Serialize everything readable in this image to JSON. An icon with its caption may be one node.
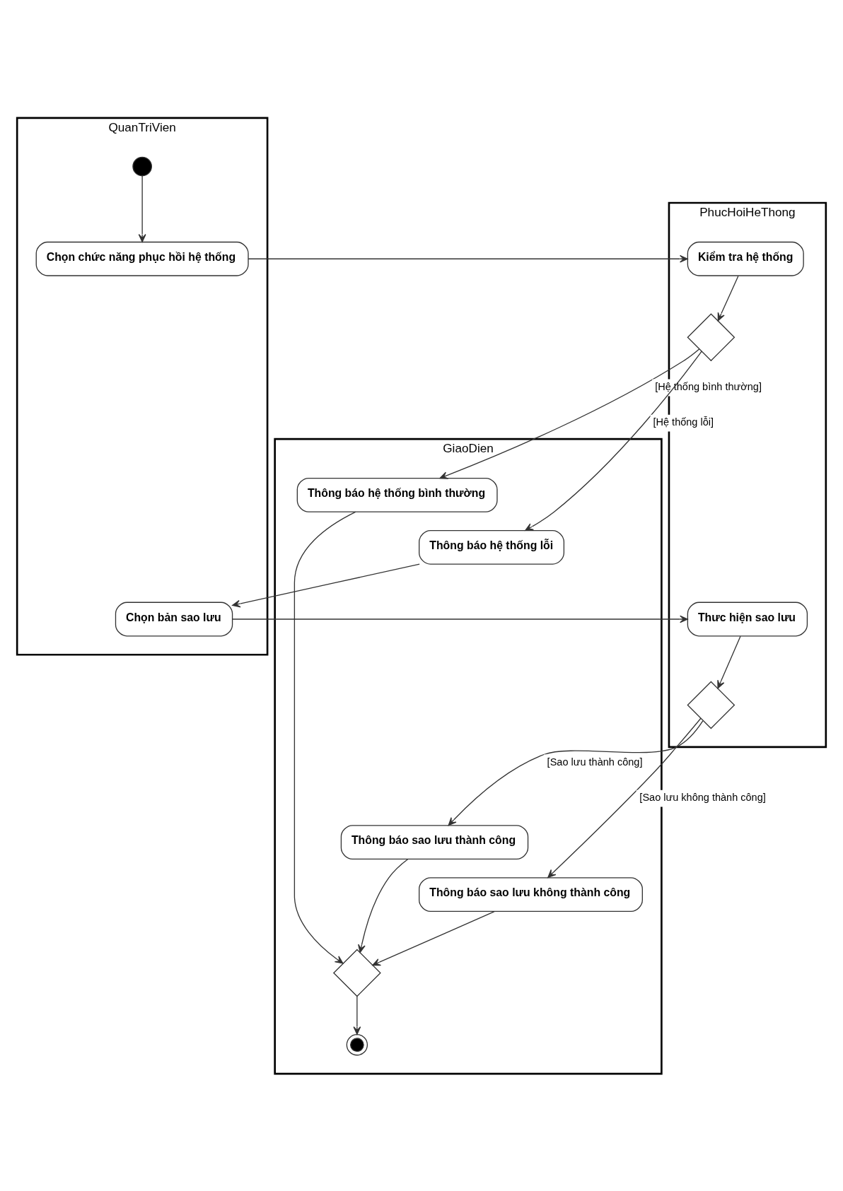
{
  "diagram": {
    "nodes": [
      {
        "text": [
          "QuanTriVien"
        ]
      },
      {
        "text": [
          "GiaoDien"
        ]
      },
      {
        "text": [
          "PhucHoiHeThong"
        ]
      },
      {
        "text": [],
        "shape": "circle",
        "in": 0
      },
      {
        "text": [
          "Chọn chức năng phục hồi hệ thống"
        ],
        "in": 0
      },
      {
        "text": [
          "Kiểm tra hệ thống"
        ],
        "in": 2
      },
      {
        "text": [],
        "shape": "diamond",
        "in": 2
      },
      {
        "text": [
          "Thông báo hệ thống bình thường"
        ],
        "in": 1
      },
      {
        "text": [
          "Thông báo hệ thống lỗi"
        ],
        "in": 1
      },
      {
        "text": [
          "Chọn bản sao lưu"
        ],
        "in": 0
      },
      {
        "text": [
          "Thưc hiện sao lưu"
        ],
        "in": 2
      },
      {
        "text": [],
        "shape": "diamond",
        "in": 2
      },
      {
        "text": [
          "Thông báo sao lưu thành công"
        ],
        "in": 1
      },
      {
        "text": [
          "Thông báo sao lưu không thành công"
        ],
        "in": 1
      },
      {
        "text": [],
        "shape": "diamond",
        "in": 1
      },
      {
        "text": [],
        "shape": "circle",
        "in": 1
      }
    ],
    "edges": [
      {
        "from": 3,
        "to": 4,
        "arrow": "to"
      },
      {
        "from": 4,
        "to": 5,
        "arrow": "to"
      },
      {
        "from": 5,
        "to": 6,
        "arrow": "to"
      },
      {
        "from": 6,
        "to": 7,
        "arrow": "to",
        "label": "[Hệ thống bình thường]"
      },
      {
        "from": 6,
        "to": 8,
        "arrow": "to",
        "label": "[Hệ thống lỗi]"
      },
      {
        "from": 8,
        "to": 9,
        "arrow": "to"
      },
      {
        "from": 9,
        "to": 10,
        "arrow": "to"
      },
      {
        "from": 10,
        "to": 11,
        "arrow": "to"
      },
      {
        "from": 11,
        "to": 12,
        "arrow": "to",
        "label": "[Sao lưu thành công]"
      },
      {
        "from": 11,
        "to": 13,
        "arrow": "to",
        "label": "[Sao lưu không thành công]"
      },
      {
        "from": 7,
        "to": 14,
        "arrow": "to"
      },
      {
        "from": 12,
        "to": 14,
        "arrow": "to"
      },
      {
        "from": 13,
        "to": 14,
        "arrow": "to"
      },
      {
        "from": 14,
        "to": 15,
        "arrow": "to"
      }
    ]
  }
}
